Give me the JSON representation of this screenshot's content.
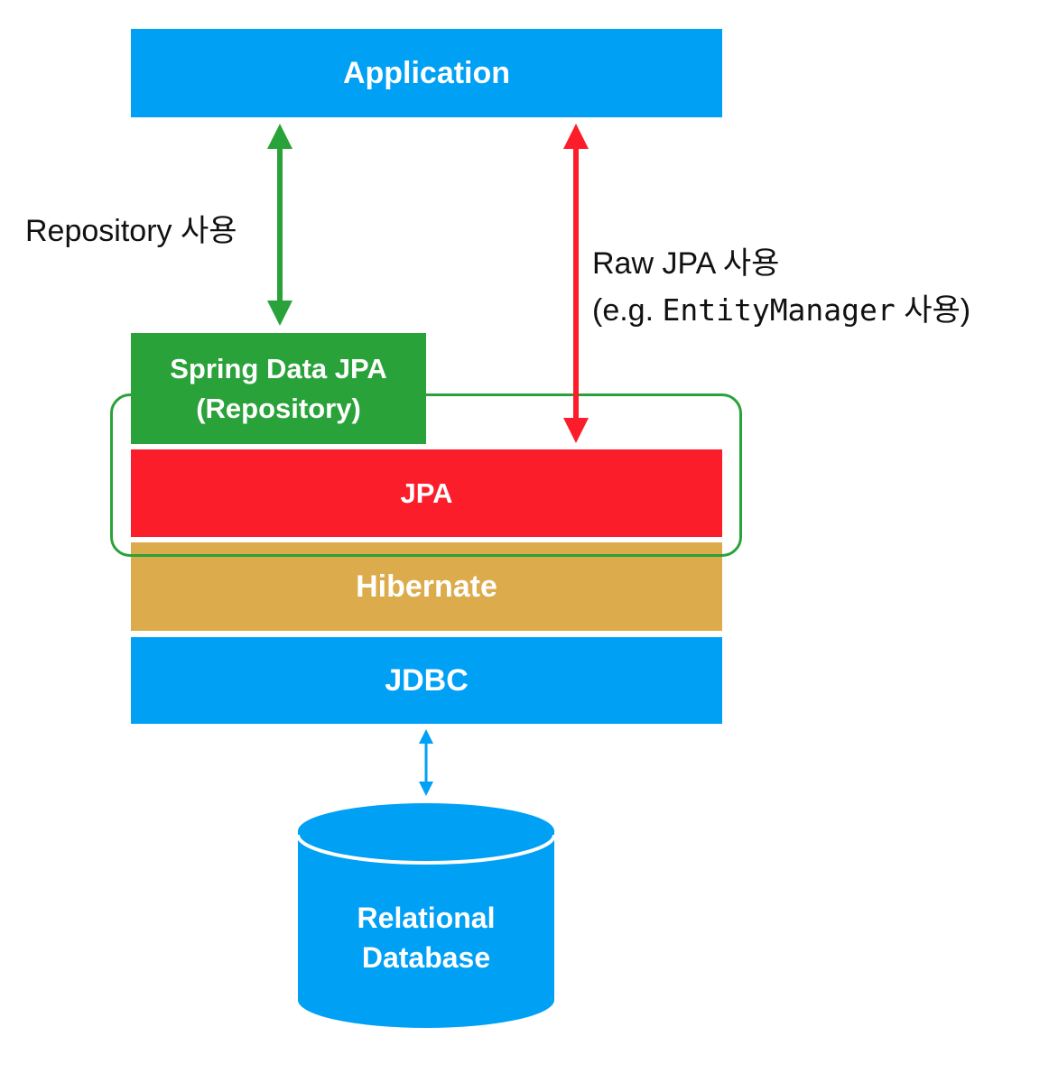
{
  "layers": {
    "application": "Application",
    "spring_data_jpa": [
      "Spring Data JPA",
      "(Repository)"
    ],
    "jpa": "JPA",
    "hibernate": "Hibernate",
    "jdbc": "JDBC"
  },
  "database": [
    "Relational",
    "Database"
  ],
  "labels": {
    "repository_use": "Repository 사용",
    "raw_jpa_line1": "Raw JPA 사용",
    "raw_jpa_prefix": "(e.g. ",
    "raw_jpa_code": "EntityManager",
    "raw_jpa_suffix": " 사용)"
  },
  "colors": {
    "blue": "#00a0f5",
    "green": "#2aa23a",
    "red": "#fc1d2b",
    "gold": "#dcab4b"
  }
}
